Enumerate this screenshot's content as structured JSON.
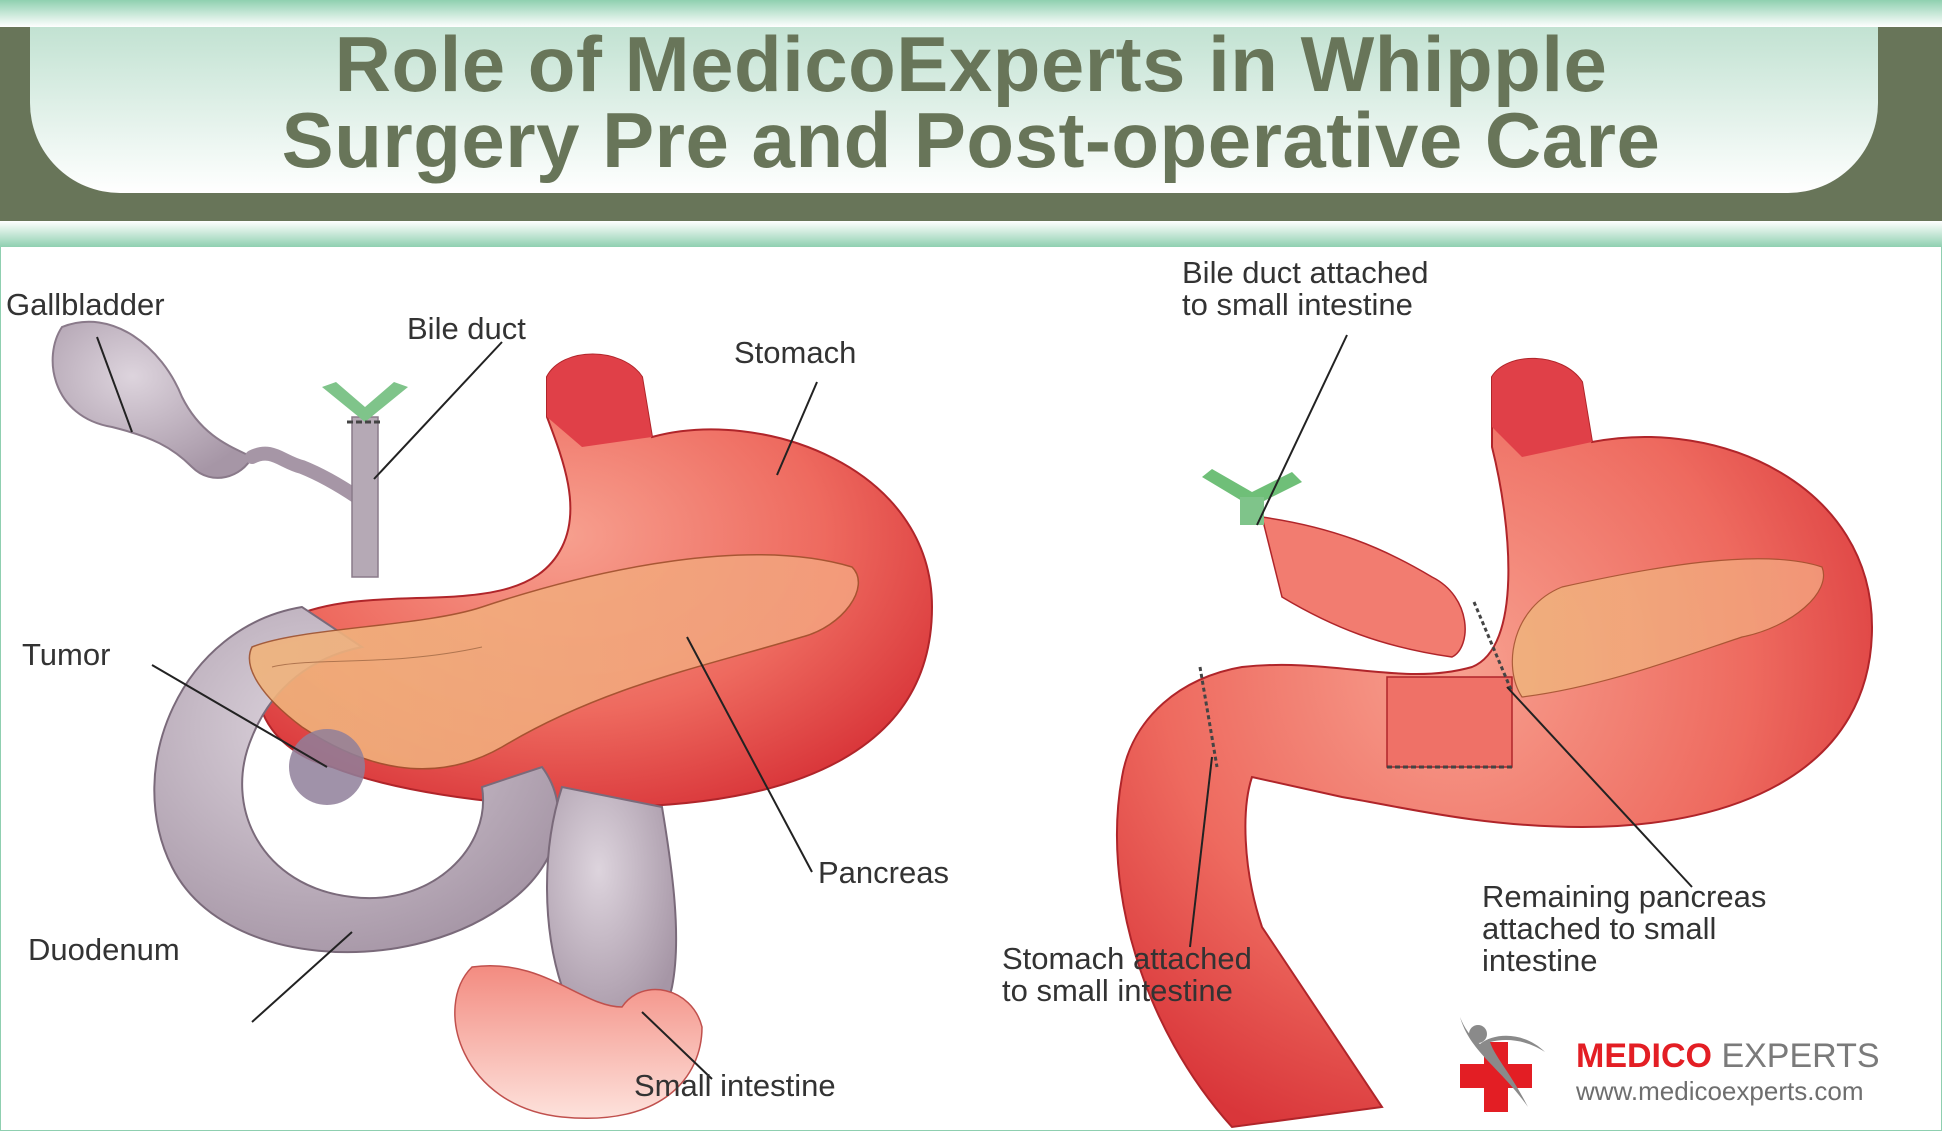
{
  "header": {
    "title_line1": "Role of MedicoExperts in Whipple",
    "title_line2": "Surgery Pre and Post-operative Care"
  },
  "diagram_before": {
    "labels": {
      "gallbladder": "Gallbladder",
      "bile_duct": "Bile duct",
      "stomach": "Stomach",
      "tumor": "Tumor",
      "pancreas": "Pancreas",
      "duodenum": "Duodenum",
      "small_intestine": "Small intestine"
    }
  },
  "diagram_after": {
    "labels": {
      "bile_duct_attached": "Bile duct attached\nto small intestine",
      "stomach_attached": "Stomach attached\nto small intestine",
      "remaining_pancreas": "Remaining pancreas\nattached to small\nintestine"
    }
  },
  "logo": {
    "brand_primary": "MEDICO",
    "brand_secondary": " EXPERTS",
    "url": "www.medicoexperts.com"
  },
  "colors": {
    "header_band": "#687559",
    "title_text": "#687559",
    "accent_green": "#8fd0b0",
    "organ_red": "#e8504f",
    "organ_grey": "#b9aab8",
    "bile_green": "#7bbf7e",
    "logo_red": "#e31e24",
    "logo_grey": "#7a7a7a"
  }
}
